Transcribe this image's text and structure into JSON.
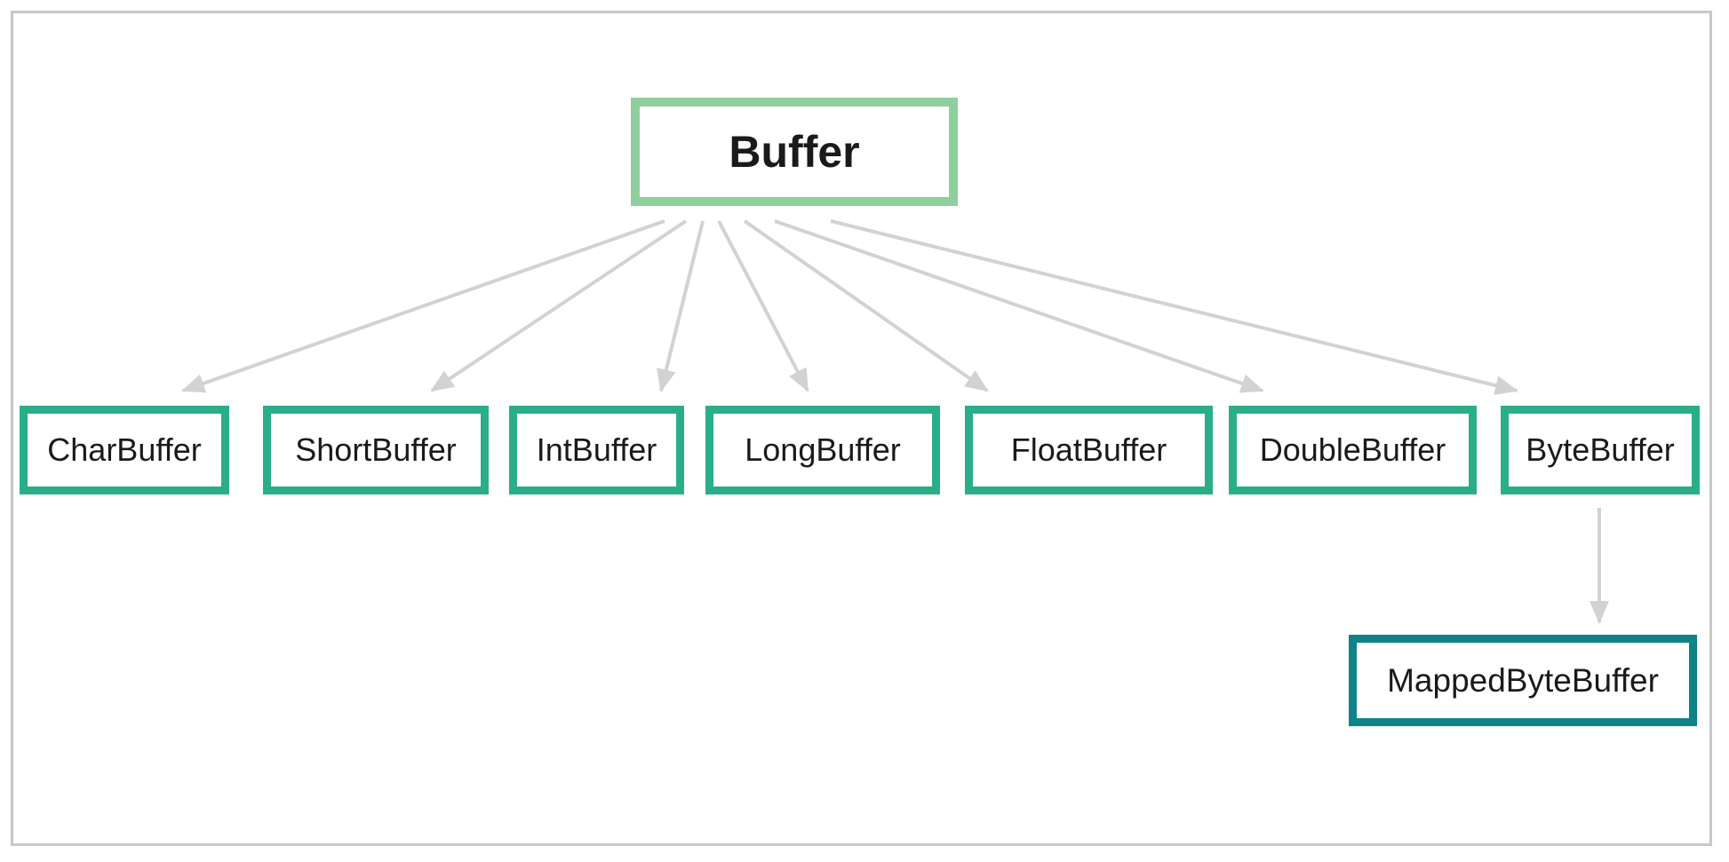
{
  "diagram": {
    "type": "class-hierarchy",
    "subject": "Java NIO Buffer class hierarchy",
    "root": {
      "label": "Buffer"
    },
    "children": [
      {
        "label": "CharBuffer"
      },
      {
        "label": "ShortBuffer"
      },
      {
        "label": "IntBuffer"
      },
      {
        "label": "LongBuffer"
      },
      {
        "label": "FloatBuffer"
      },
      {
        "label": "DoubleBuffer"
      },
      {
        "label": "ByteBuffer"
      }
    ],
    "grandchild": {
      "label": "MappedByteBuffer",
      "parent": "ByteBuffer"
    },
    "edges": [
      {
        "from": "Buffer",
        "to": "CharBuffer"
      },
      {
        "from": "Buffer",
        "to": "ShortBuffer"
      },
      {
        "from": "Buffer",
        "to": "IntBuffer"
      },
      {
        "from": "Buffer",
        "to": "LongBuffer"
      },
      {
        "from": "Buffer",
        "to": "FloatBuffer"
      },
      {
        "from": "Buffer",
        "to": "DoubleBuffer"
      },
      {
        "from": "Buffer",
        "to": "ByteBuffer"
      },
      {
        "from": "ByteBuffer",
        "to": "MappedByteBuffer"
      }
    ],
    "colors": {
      "root_border": "#8fce9d",
      "child_border": "#2aae89",
      "grandchild_border": "#0e8488",
      "arrow": "#d2d2d2",
      "frame_border": "#c8c8c8",
      "text": "#1a1a1a",
      "background": "#ffffff"
    }
  }
}
